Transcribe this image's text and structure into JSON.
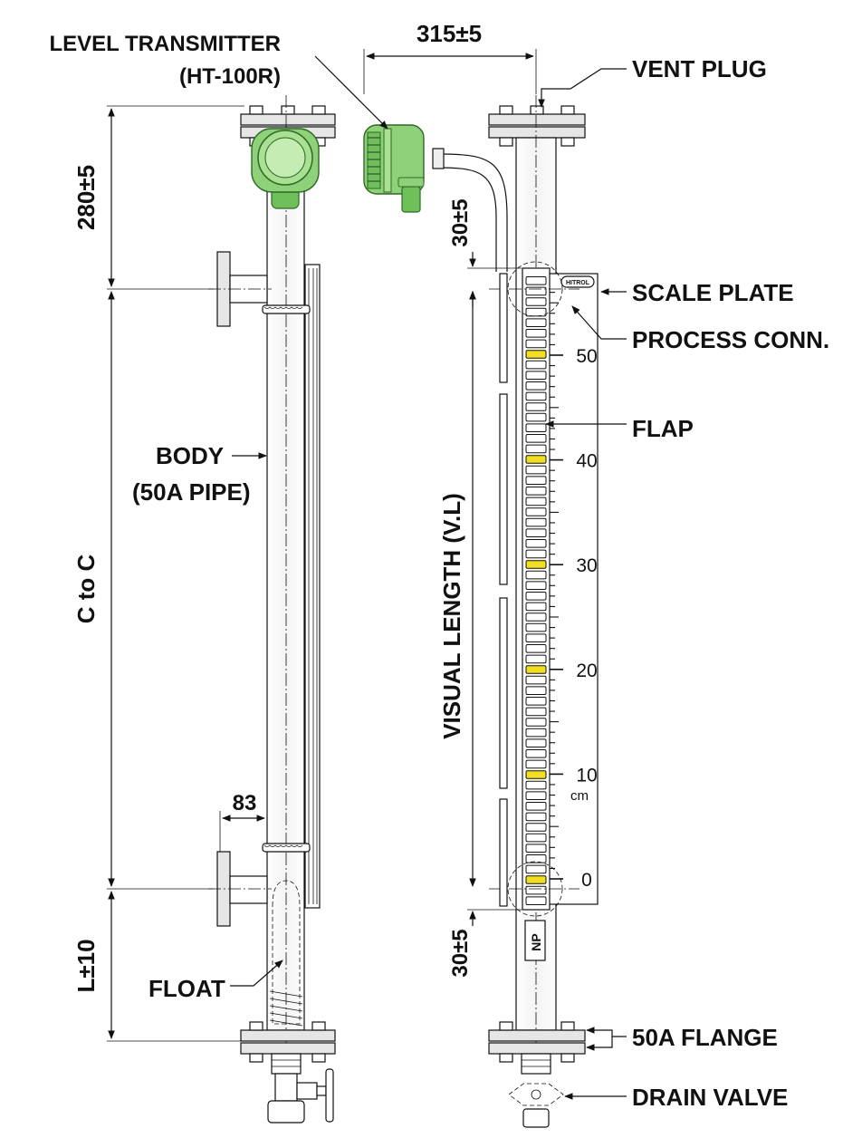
{
  "labels": {
    "level_transmitter": "LEVEL TRANSMITTER",
    "transmitter_model": "(HT-100R)",
    "vent_plug": "VENT PLUG",
    "scale_plate": "SCALE PLATE",
    "process_conn": "PROCESS CONN.",
    "flap": "FLAP",
    "body": "BODY",
    "body_spec": "(50A PIPE)",
    "float": "FLOAT",
    "flange": "50A FLANGE",
    "drain_valve": "DRAIN VALVE",
    "brand_plate": "HITROL"
  },
  "dimensions": {
    "width_top": "315±5",
    "top_height": "280±5",
    "c_to_c": "C to C",
    "nozzle_length": "83",
    "bottom_length": "L±10",
    "top_offset": "30±5",
    "bottom_offset": "30±5",
    "visual_length": "VISUAL LENGTH (V.L)"
  },
  "scale": {
    "labels": [
      "50",
      "40",
      "30",
      "20",
      "10",
      "0"
    ],
    "unit": "cm",
    "np_mark": "NP"
  },
  "colors": {
    "transmitter": "#8fd17a",
    "transmitter_dark": "#4f9a3e",
    "flap_yellow": "#f2df1d"
  }
}
